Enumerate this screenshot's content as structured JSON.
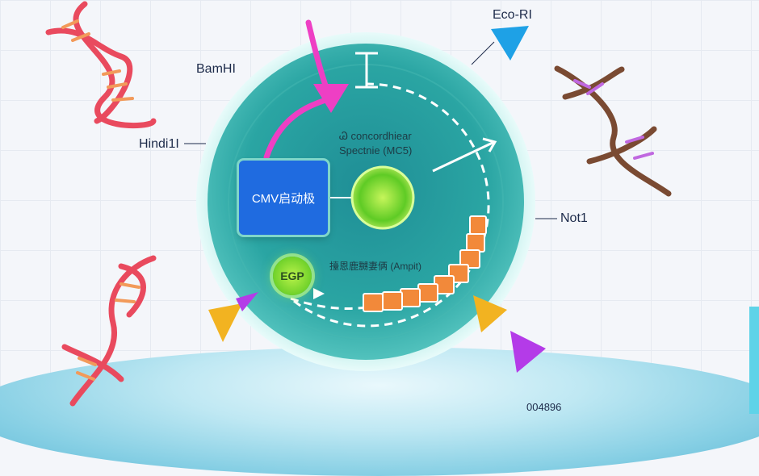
{
  "labels": {
    "ecori": "Eco-RI",
    "bamhi": "BamHI",
    "hindiii": "Hindi1I",
    "not1": "Not1",
    "cmv": "CMV启动极",
    "mcs_line1": "Ꮚ concordhiear",
    "mcs_line2": "Spectnie (MC5)",
    "amp": "擡恩鹿嬲妻俩 (Ampit)",
    "egp": "EGP",
    "code": "004896"
  },
  "colors": {
    "plasmid_fill": "#2aa5a3",
    "plasmid_rim": "#9fe3df",
    "pink_arrow": "#ee3fc4",
    "blue_triangle": "#1ea1e6",
    "yellow_triangle": "#f2b321",
    "purple_triangle": "#b43be8",
    "amp_segment": "#f2893a",
    "dna_red": "#e94a5e",
    "dna_brown": "#7a4a32",
    "dna_rung_orange": "#f29a5a",
    "dna_rung_purple": "#c068e0"
  },
  "icons": [
    "dna-helix-icon",
    "triangle-marker-icon",
    "arrow-icon"
  ]
}
